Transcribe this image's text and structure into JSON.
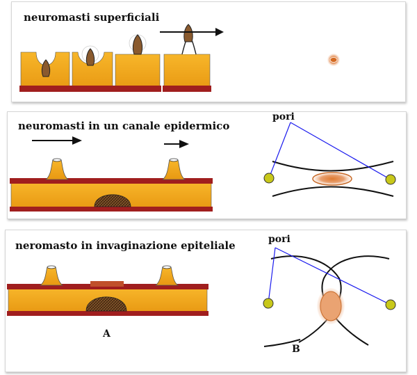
{
  "panels": [
    {
      "title": "neuromasti superficiali"
    },
    {
      "title": "neuromasti in un canale epidermico",
      "pores_label": "pori"
    },
    {
      "title": "neromasto in invaginazione epiteliale",
      "pores_label": "pori"
    }
  ],
  "figure_labels": {
    "left": "A",
    "right": "B"
  },
  "colors": {
    "tissue": "#f2a81a",
    "tissue_dark": "#d98a10",
    "basal_layer": "#a01e1e",
    "neuromast": "#8a5a2e",
    "pore_dot": "#c8c81a",
    "pore_line": "#1a1aee",
    "cupula_glow": "#e6a070"
  }
}
